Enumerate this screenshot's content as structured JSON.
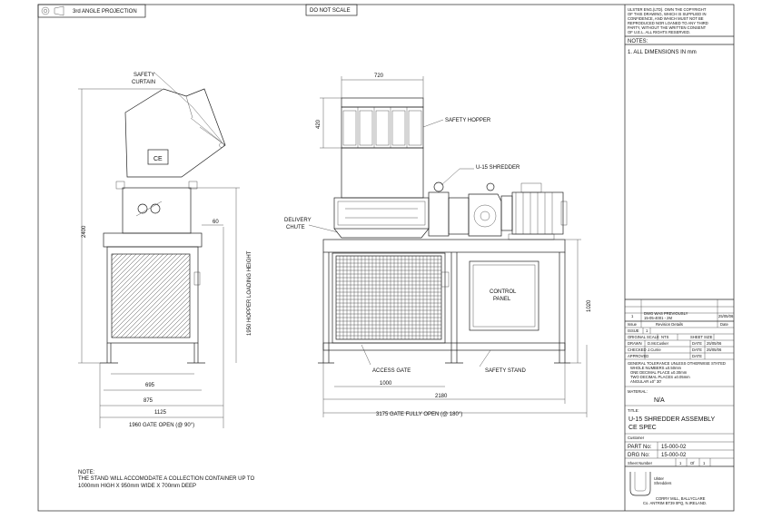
{
  "header": {
    "projection_label": "3rd ANGLE PROJECTION",
    "do_not_scale": "DO NOT SCALE",
    "copyright": [
      "ULSTER ENG.(LTD). OWN THE COPYRIGHT",
      "OF THIS DRAWING, WHICH IS SUPPLIED IN",
      "CONFIDENCE, AND WHICH MUST NOT BE",
      "REPRODUCED NOR LOANED TO ANY THIRD",
      "PARTY, WITHOUT THE WRITTEN CONSENT",
      "OF U.E.L. ALL RIGHTS RESERVED."
    ]
  },
  "notes": {
    "heading": "NOTES:",
    "items": [
      "1. ALL DIMENSIONS IN mm"
    ]
  },
  "side_view": {
    "safety_curtain": [
      "SAFETY",
      "CURTAIN"
    ],
    "ce_mark": "CE",
    "dims": {
      "height_total": "2400",
      "hopper_loading_height": "1950 HOPPER LOADING HEIGHT",
      "offset": "60",
      "w695": "695",
      "w875": "875",
      "w1125": "1125",
      "gate_open": "1960 GATE OPEN (@ 90°)"
    }
  },
  "front_view": {
    "labels": {
      "safety_hopper": "SAFETY HOPPER",
      "shredder": "U-15 SHREDDER",
      "delivery_chute": [
        "DELIVERY",
        "CHUTE"
      ],
      "control_panel": [
        "CONTROL",
        "PANEL"
      ],
      "access_gate": "ACCESS GATE",
      "safety_stand": "SAFETY STAND"
    },
    "dims": {
      "hopper_width": "720",
      "hopper_height": "420",
      "h1020": "1020",
      "w1000": "1000",
      "w2180": "2180",
      "gate_fully_open": "3175 GATE FULLY OPEN (@ 180°)"
    }
  },
  "bottom_note": [
    "NOTE:",
    "THE STAND WILL ACCOMODATE A COLLECTION CONTAINER UP TO",
    "1000mm HIGH X 950mm WIDE X 700mm DEEP"
  ],
  "title_block": {
    "revision": {
      "number": "1",
      "description": [
        "DWG WAS PREVIOUSLY",
        "15-05-4001 - 2M"
      ],
      "date": "25/05/06"
    },
    "rev_header": {
      "issue": "Issue",
      "details": "Revision Details",
      "date": "Date"
    },
    "issue_row": {
      "label": "ISSUE",
      "value": "1"
    },
    "scale_row": {
      "label": "ORIGINAL SCALE",
      "value": "NTS",
      "sheet_size_label": "SHEET SIZE"
    },
    "drawn": {
      "label": "DRAWN",
      "name": "D.McCusker",
      "date_label": "DATE",
      "date": "25/05/06"
    },
    "checked": {
      "label": "CHECKED",
      "name": "J.Currie",
      "date_label": "DATE",
      "date": "25/05/06"
    },
    "approved": {
      "label": "APPROVED",
      "name": "",
      "date_label": "DATE",
      "date": ""
    },
    "tolerance": [
      "GENERAL TOLERANCE UNLESS OTHERWISE STATED",
      "WHOLE NUMBERS         ±0.50mm",
      "ONE DECIMAL PLACE     ±0.30mm",
      "TWO DECIMAL PLACES    ±0.05mm",
      "ANGULAR               ±0° 30'"
    ],
    "material": {
      "label": "MATERIAL:",
      "value": "N/A"
    },
    "title": {
      "label": "TITLE:",
      "lines": [
        "U-15 SHREDDER ASSEMBLY",
        "CE SPEC"
      ]
    },
    "customer": {
      "label": "Customer",
      "value": ""
    },
    "part_no": {
      "label": "PART No:",
      "value": "15-000-02"
    },
    "drg_no": {
      "label": "DRG No:",
      "value": "15-000-02"
    },
    "sheet": {
      "label": "Sheet Number",
      "number": "1",
      "of": "Of",
      "total": "1"
    },
    "company": {
      "logo_text": [
        "Ulster",
        "Shredders"
      ],
      "address": [
        "CORRY MILL, BALLYCLARE",
        "Co. ANTRIM BT39 0PQ, N.IRELAND."
      ]
    }
  }
}
